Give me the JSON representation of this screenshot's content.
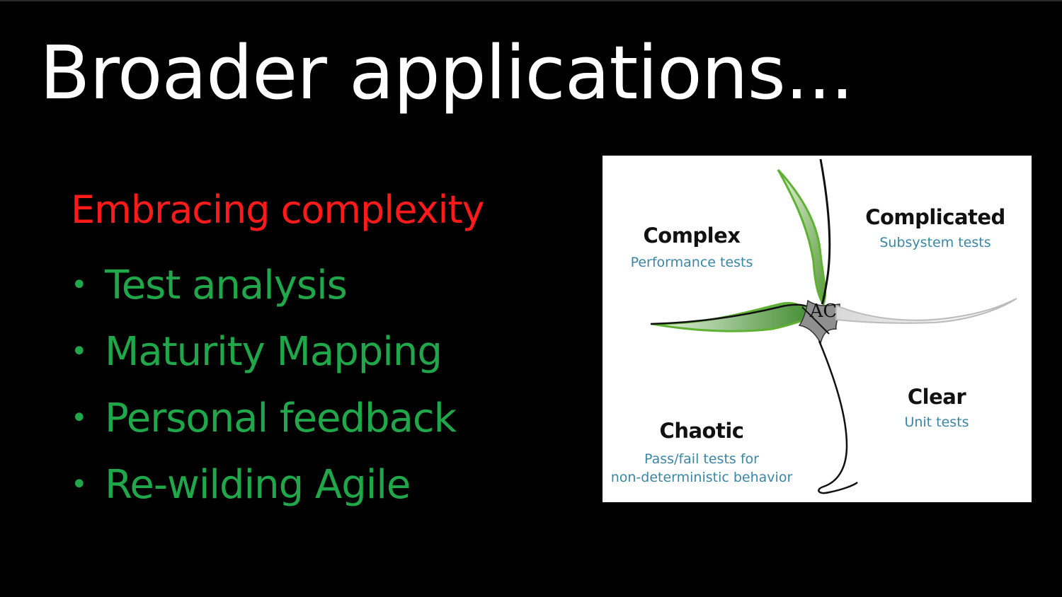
{
  "slide": {
    "title": "Broader applications...",
    "subtitle": "Embracing complexity",
    "bullets": [
      {
        "text": "Test analysis"
      },
      {
        "text": "Maturity Mapping"
      },
      {
        "text": "Personal feedback"
      },
      {
        "text": "Re-wilding Agile"
      }
    ],
    "bullet_glyph": "•"
  },
  "diagram": {
    "center_mark": "AC",
    "domains": {
      "complex": {
        "name": "Complex",
        "tests": "Performance tests"
      },
      "complicated": {
        "name": "Complicated",
        "tests": "Subsystem tests"
      },
      "chaotic": {
        "name": "Chaotic",
        "tests_line1": "Pass/fail tests for",
        "tests_line2": "non-deterministic behavior"
      },
      "clear": {
        "name": "Clear",
        "tests": "Unit tests"
      }
    }
  },
  "colors": {
    "background": "#000000",
    "title": "#ffffff",
    "subtitle": "#ff1a1a",
    "bullets": "#1fa74a",
    "diagram_label_sub": "#3a86a4",
    "diagram_green": "#5fb134"
  }
}
